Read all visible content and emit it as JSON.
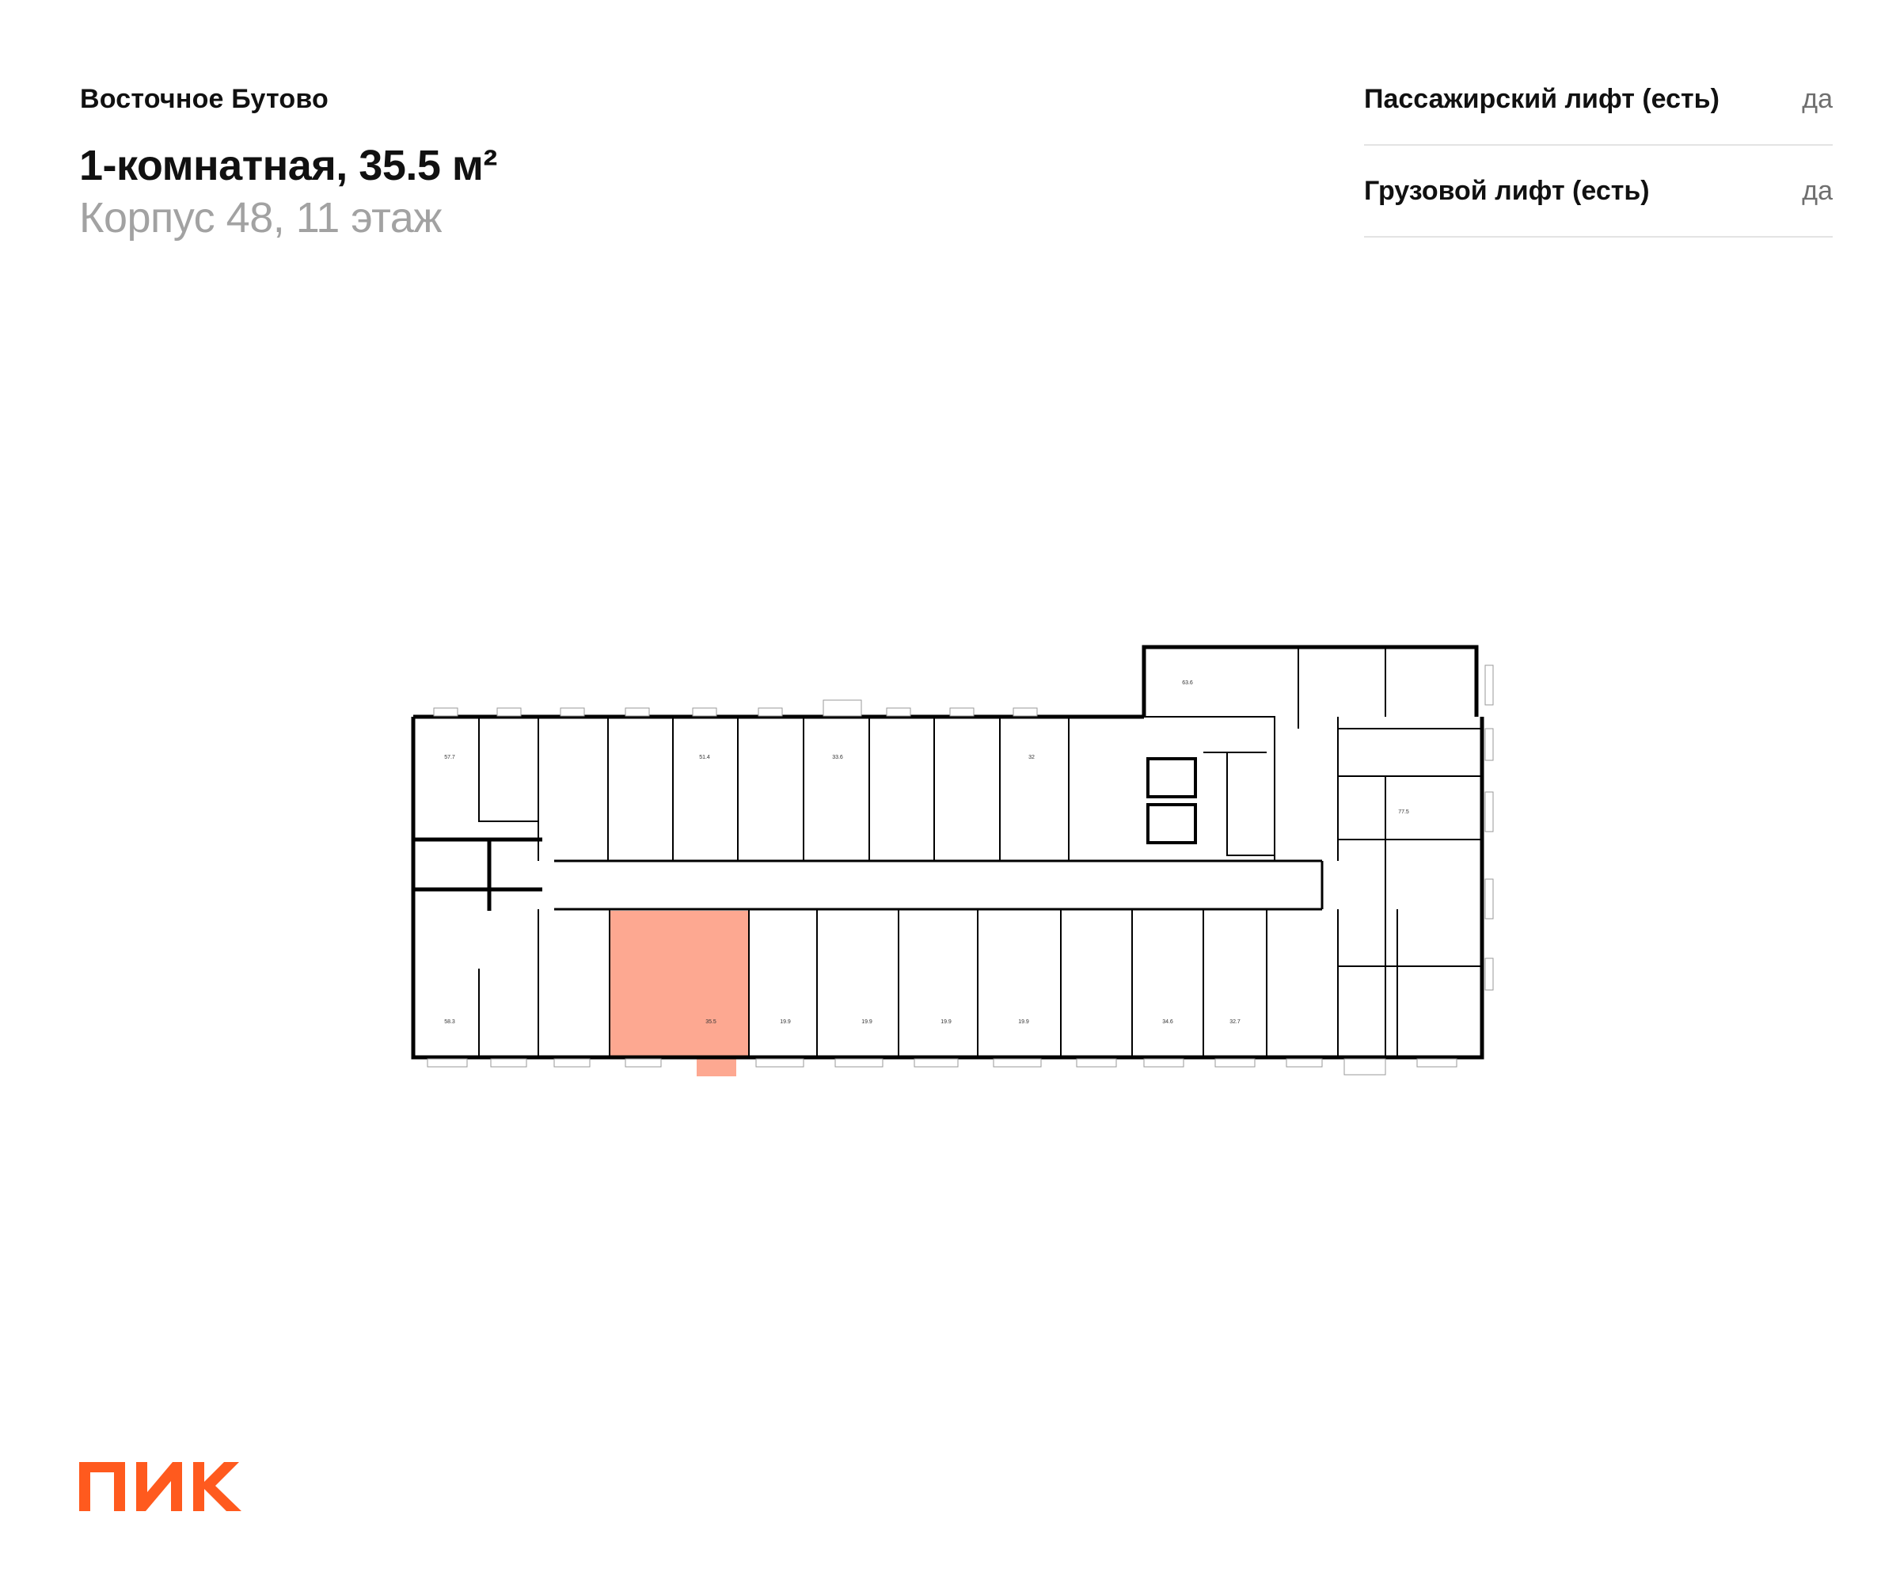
{
  "header": {
    "project": "Восточное Бутово",
    "apartment_title": "1-комнатная, 35.5 м²",
    "building_floor": "Корпус 48, 11 этаж"
  },
  "features": [
    {
      "label": "Пассажирский лифт (есть)",
      "value": "да"
    },
    {
      "label": "Грузовой лифт (есть)",
      "value": "да"
    }
  ],
  "plan": {
    "highlight_color": "#fda891",
    "wall_color": "#000000",
    "rooms": {
      "r1": "57.7",
      "r2": "51.4",
      "r3": "33.6",
      "r4": "32",
      "r5": "63.6",
      "r6": "77.5",
      "r7": "58.3",
      "r8": "35.5",
      "r9": "19.9",
      "r10": "19.9",
      "r11": "19.9",
      "r12": "19.9",
      "r13": "34.6",
      "r14": "32.7"
    }
  },
  "brand": {
    "logo_text": "ПИК",
    "color": "#ff5a1e"
  }
}
